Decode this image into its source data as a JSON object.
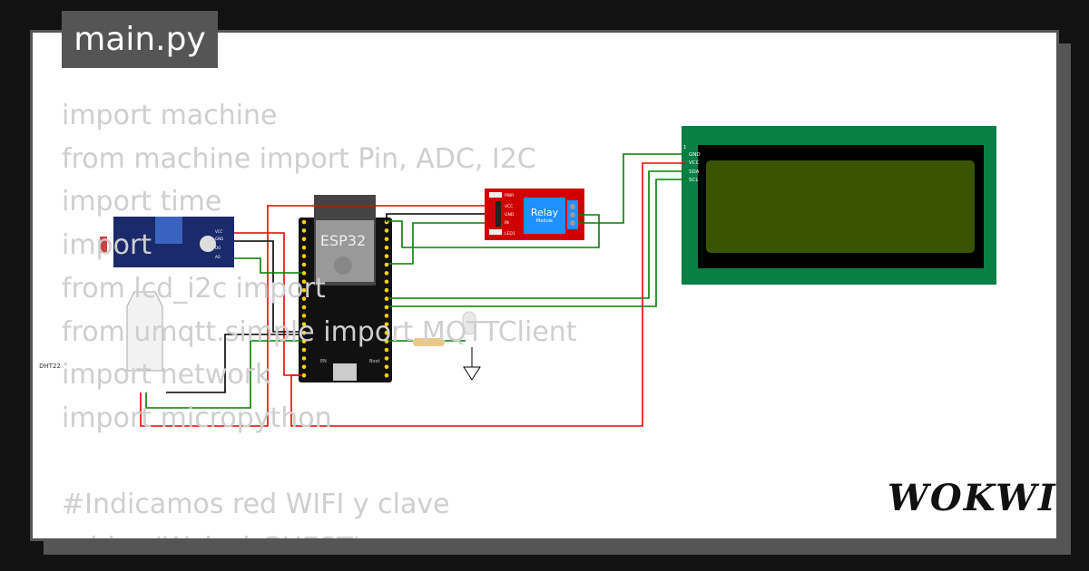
{
  "title": "main.py",
  "code_lines": [
    "import machine",
    "from machine import Pin, ADC, I2C",
    "import time",
    "import",
    "from lcd_i2c import",
    "from umqtt.simple import MQTTClient",
    "import network",
    "import micropython",
    "",
    "#Indicamos red WIFI y clave",
    "ssid = 'Wokwi-GUEST'"
  ],
  "logo": "WOKWI",
  "components": {
    "esp32_label": "ESP32",
    "relay_label": "Relay",
    "relay_sub": "Module",
    "relay_pins": [
      "VCC",
      "GND",
      "IN"
    ],
    "relay_leds": [
      "PWR",
      "LED1"
    ],
    "ldr_pins": [
      "VCC",
      "GND",
      "DO",
      "AO"
    ],
    "dht_label": "DHT22",
    "lcd_pins": [
      "GND",
      "VCC",
      "SDA",
      "SCL"
    ],
    "lcd_pin1": "1",
    "boot_label": "Boot",
    "en_label": "EN"
  },
  "colors": {
    "wire_red": "#f00000",
    "wire_green": "#008000",
    "wire_black": "#000000",
    "lcd_board": "#087f45",
    "lcd_screen": "#3a5500",
    "relay_board": "#d10000",
    "relay_block": "#1e90ff",
    "ldr_board": "#1b2a6b"
  }
}
